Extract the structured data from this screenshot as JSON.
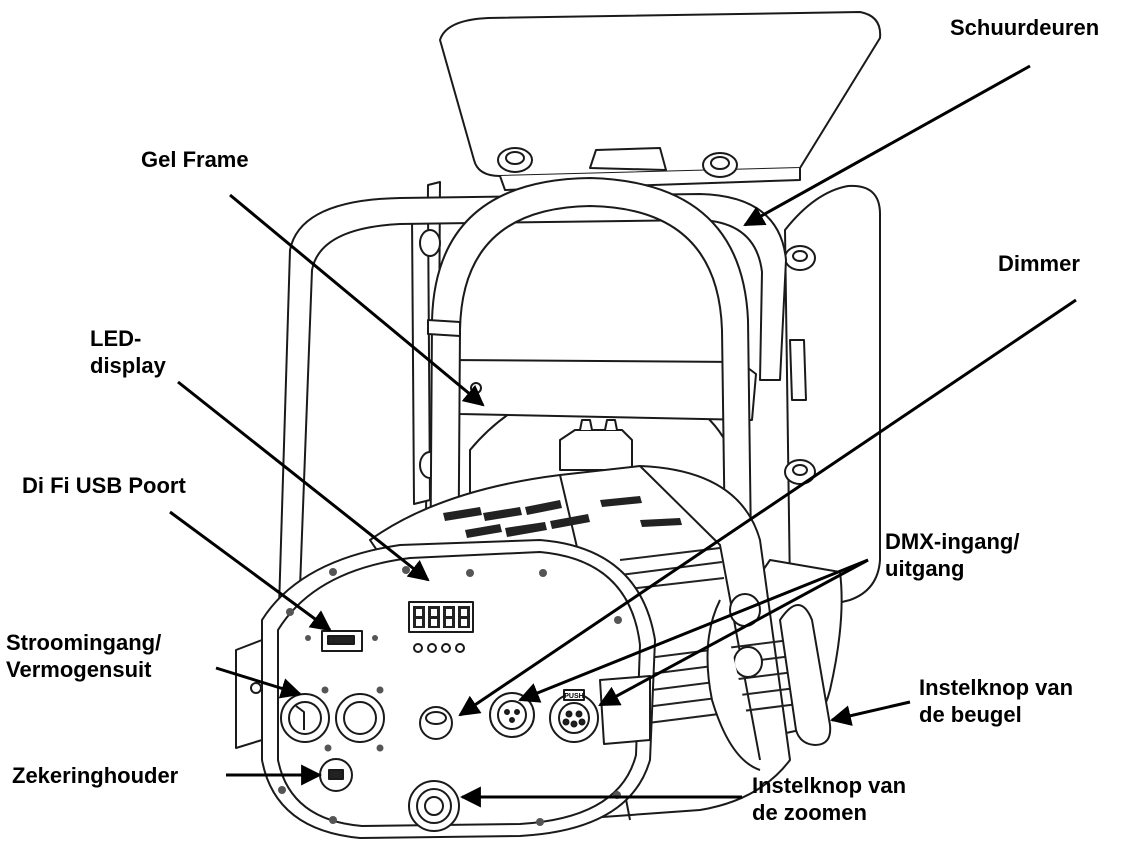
{
  "labels": {
    "schuurdeuren": "Schuurdeuren",
    "gel_frame": "Gel Frame",
    "dimmer": "Dimmer",
    "led_display": [
      "LED-",
      "display"
    ],
    "difi_usb": "Di Fi USB Poort",
    "dmx": [
      "DMX-ingang/",
      "uitgang"
    ],
    "stroom": [
      "Stroomingang/",
      "Vermogensuit"
    ],
    "beugel": [
      "Instelknop van",
      "de beugel"
    ],
    "zekering": "Zekeringhouder",
    "zoom": [
      "Instelknop van",
      "de zoomen"
    ]
  },
  "connector_text": {
    "push": "PUSH"
  },
  "colors": {
    "line": "#000000",
    "ink": "#1a1a1a",
    "fill": "#ffffff",
    "vent": "#222222"
  }
}
